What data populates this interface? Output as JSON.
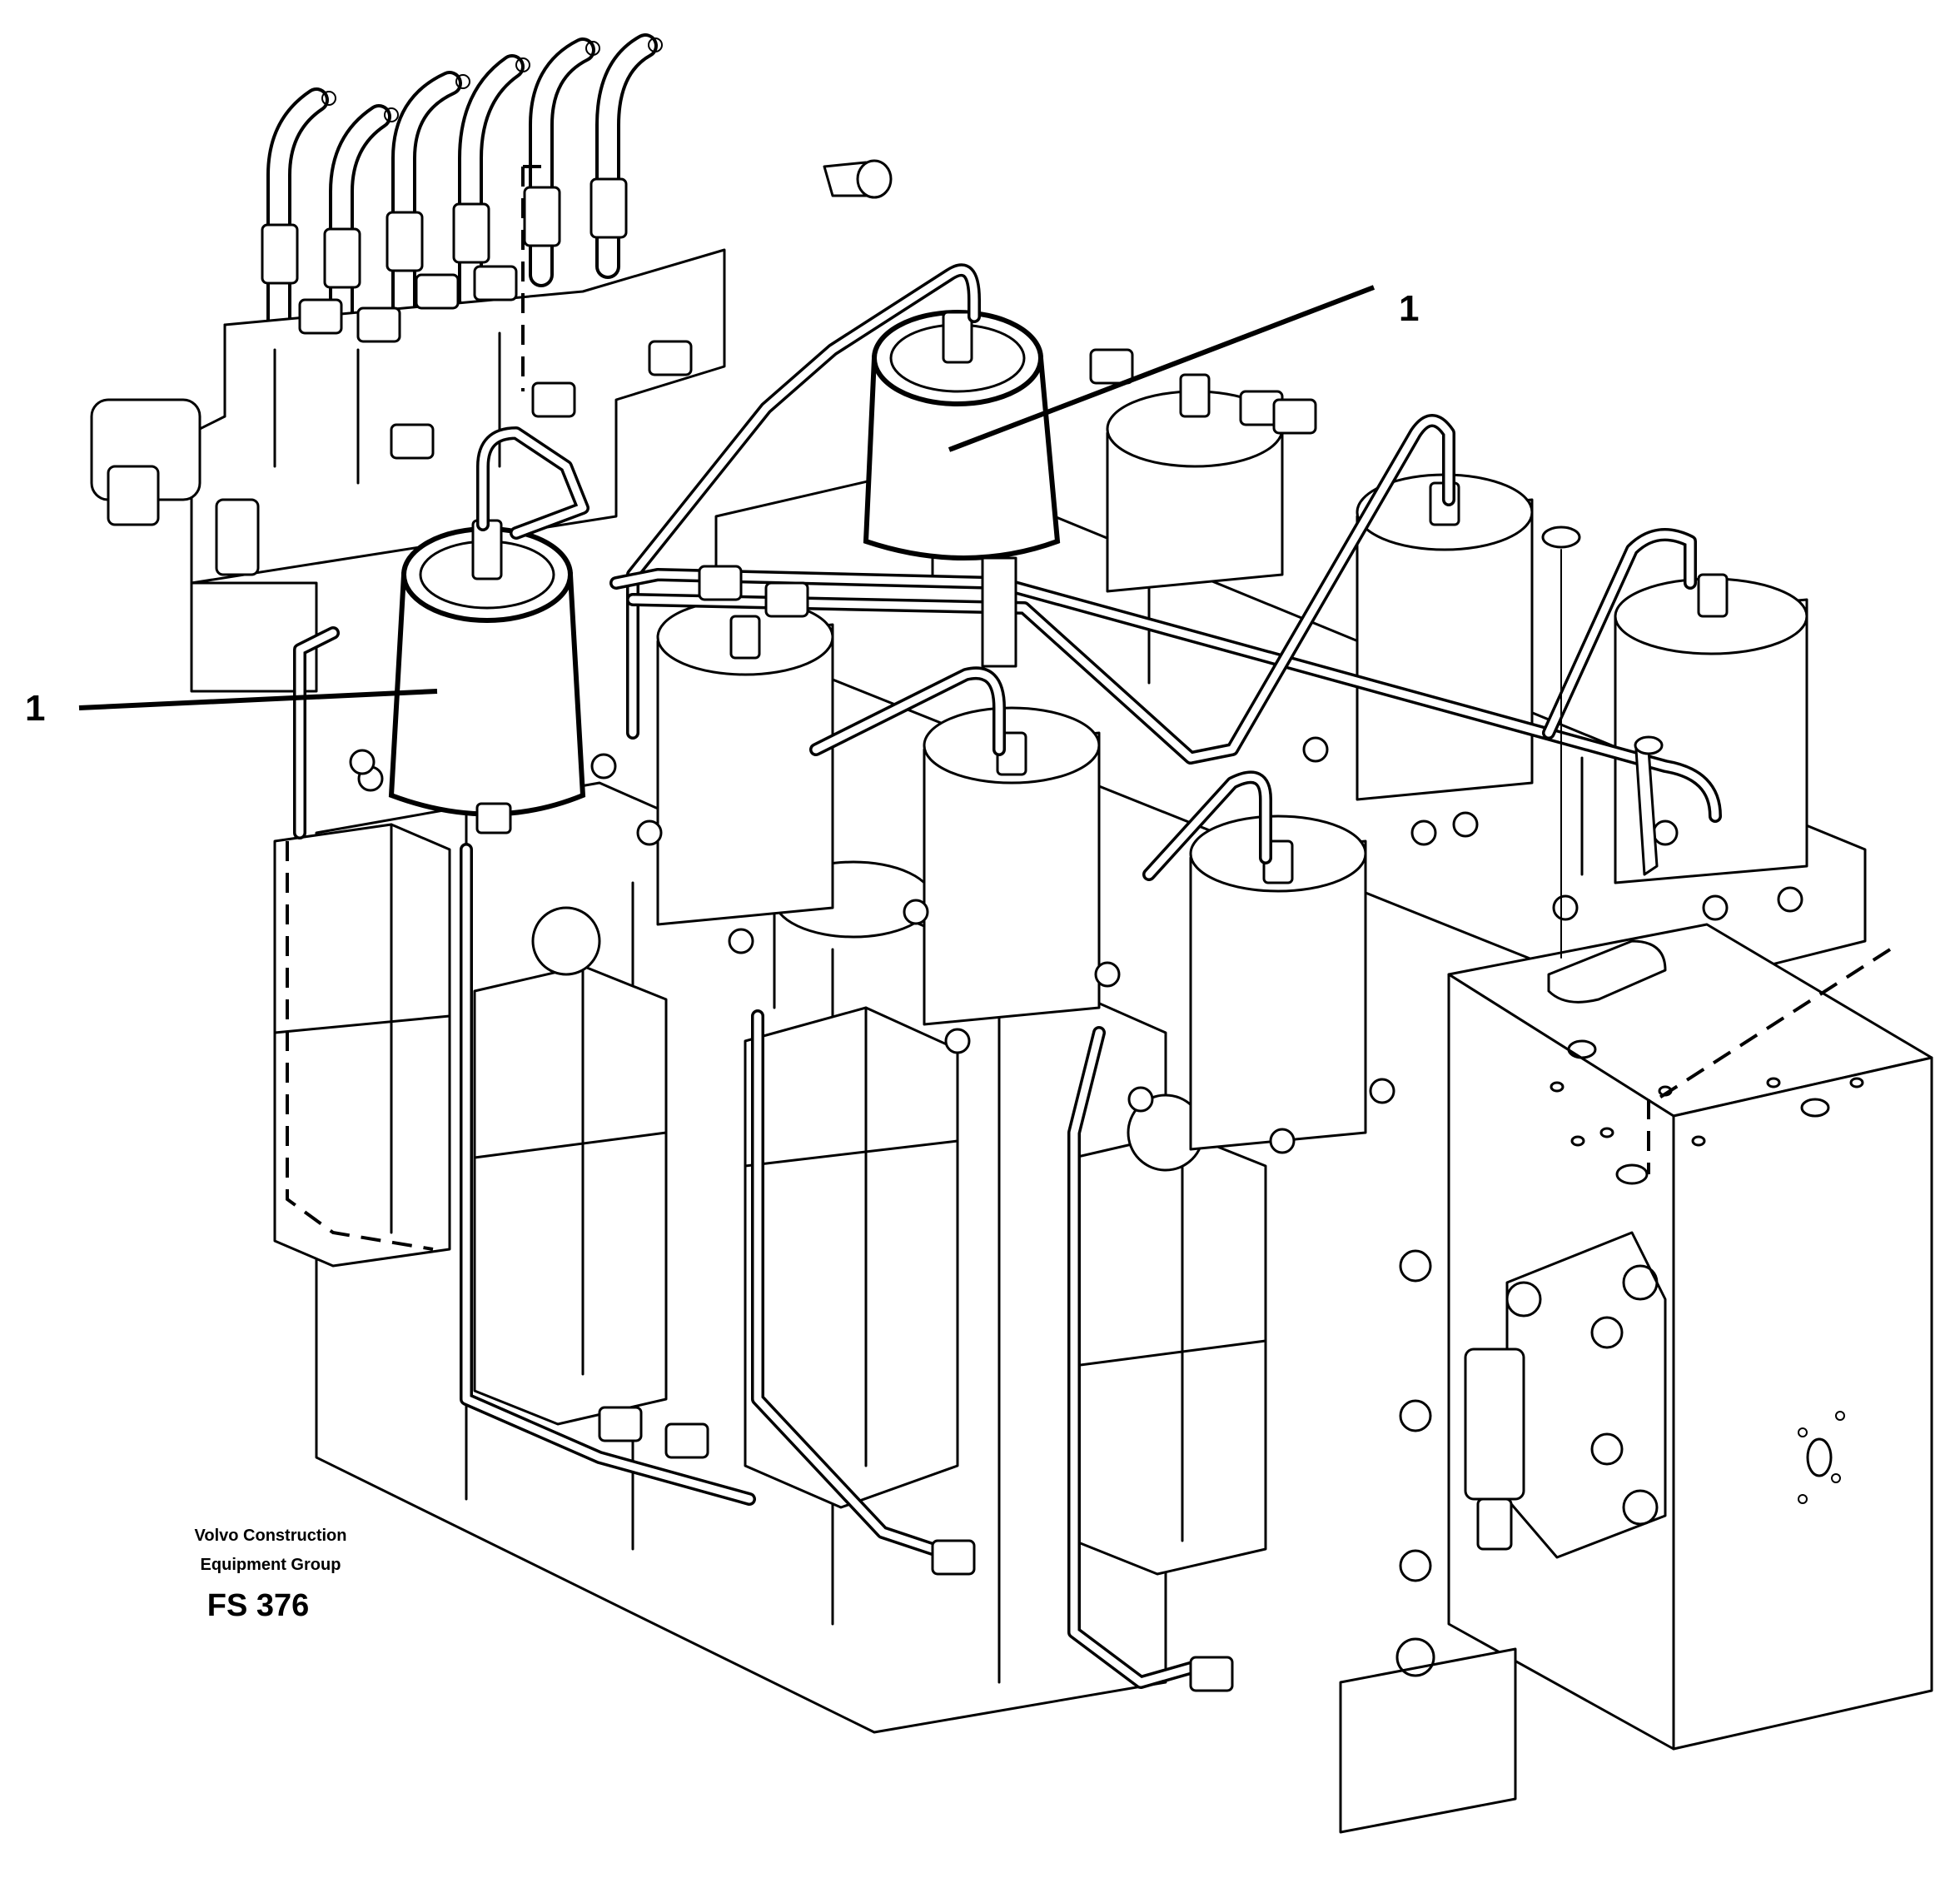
{
  "callouts": [
    {
      "text": "1",
      "target": "accumulator-rear"
    },
    {
      "text": "1",
      "target": "accumulator-front"
    }
  ],
  "caption": {
    "company_line1": "Volvo Construction",
    "company_line2": "Equipment Group",
    "figure_number": "FS 376"
  }
}
